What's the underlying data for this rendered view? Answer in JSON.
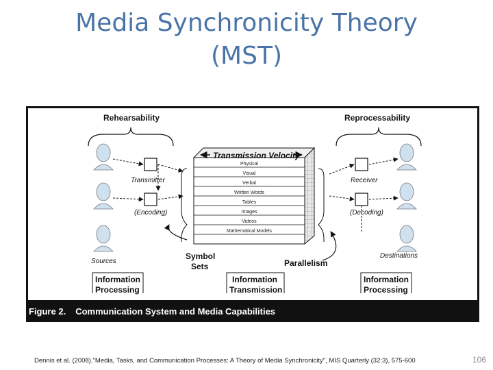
{
  "title": {
    "line1": "Media Synchronicity Theory",
    "line2": "(MST)"
  },
  "figure": {
    "caption_number": "Figure 2.",
    "caption_text": "Communication System and Media Capabilities",
    "top_left_label": "Rehearsability",
    "top_right_label": "Reprocessability",
    "left_labels": {
      "transmitter": "Transmitter",
      "encoding": "(Encoding)",
      "sources": "Sources"
    },
    "right_labels": {
      "receiver": "Receiver",
      "decoding": "(Decoding)",
      "destinations": "Destinations"
    },
    "center_header": "Transmission Velocity",
    "symbol_rows": [
      "Physical",
      "Visual",
      "Verbal",
      "Written Words",
      "Tables",
      "Images",
      "Videos",
      "Mathematical Models"
    ],
    "symbol_sets_label": [
      "Symbol",
      "Sets"
    ],
    "parallelism_label": "Parallelism",
    "bottom_boxes": {
      "left": [
        "Information",
        "Processing"
      ],
      "center": [
        "Information",
        "Transmission"
      ],
      "right": [
        "Information",
        "Processing"
      ]
    }
  },
  "citation": "Dennis et al. (2008).\"Media, Tasks, and Communication Processes: A Theory of Media Synchronicity\", MIS Quarterly (32:3), 575-600",
  "page_number": "106"
}
